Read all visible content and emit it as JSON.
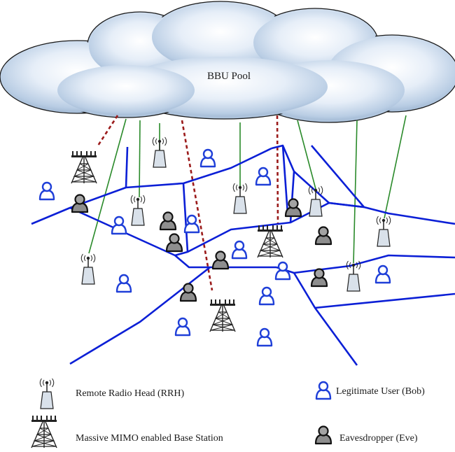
{
  "cloud": {
    "label": "BBU Pool"
  },
  "legend": {
    "rrh": "Remote Radio Head (RRH)",
    "base_station": "Massive MIMO enabled Base Station",
    "bob": "Legitimate User (Bob)",
    "eve": "Eavesdropper (Eve)"
  },
  "colors": {
    "cell_boundary": "#0b1fd6",
    "fronthaul_rrh": "#2a8a2a",
    "fronthaul_bs": "#9b1b1b",
    "user_outline": "#1f3fd8",
    "eve_fill": "#8e8e8e"
  }
}
